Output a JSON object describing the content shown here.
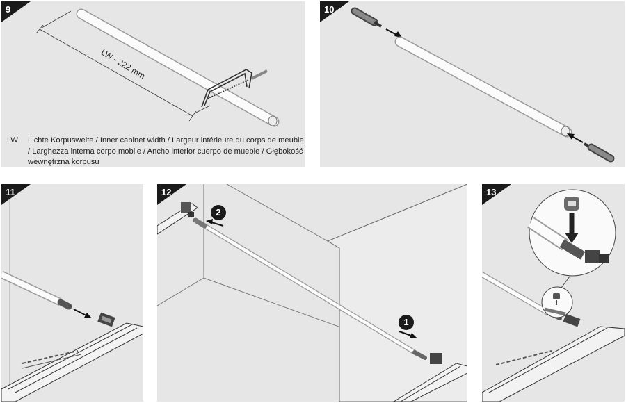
{
  "steps": [
    {
      "number": "9"
    },
    {
      "number": "10"
    },
    {
      "number": "11"
    },
    {
      "number": "12"
    },
    {
      "number": "13"
    }
  ],
  "dimension_label": "LW - 222 mm",
  "legend": {
    "abbr": "LW",
    "text": "Lichte Korpusweite / Inner cabinet width / Largeur intérieure du corps de meuble / Larghezza interna corpo mobile / Ancho interior cuerpo de mueble / Głębokość wewnętrzna korpusu"
  },
  "callouts": [
    "1",
    "2"
  ]
}
